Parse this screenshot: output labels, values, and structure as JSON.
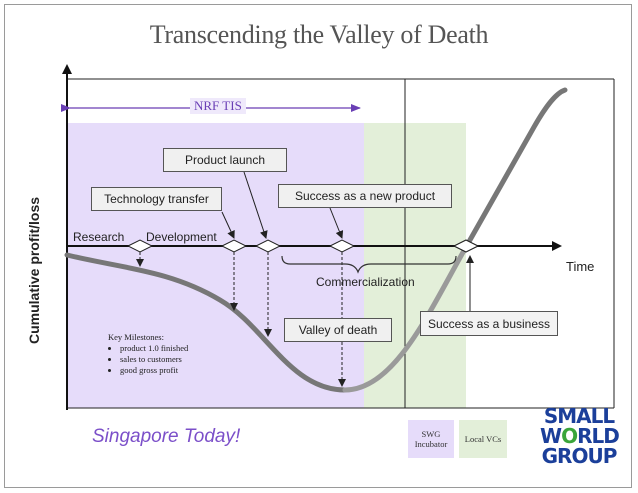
{
  "title": "Transcending the Valley of Death",
  "axis": {
    "y_label": "Cumulative profit/loss",
    "x_label": "Time"
  },
  "zones": {
    "nrf_label": "NRF TIS",
    "purple_color": "#e6dcfa",
    "green_color": "#e3efd9"
  },
  "labels": {
    "research": "Research",
    "development": "Development",
    "technology_transfer": "Technology transfer",
    "product_launch": "Product launch",
    "success_new_product": "Success as a new product",
    "commercialization": "Commercialization",
    "valley_of_death": "Valley of death",
    "success_business": "Success as a business"
  },
  "key_milestones": {
    "heading": "Key Milestones:",
    "items": [
      "product 1.0 finished",
      "sales to customers",
      "good gross profit"
    ]
  },
  "footer": {
    "tagline": "Singapore Today!",
    "swg_incubator": "SWG Incubator",
    "local_vcs": "Local VCs"
  },
  "logo": {
    "line1": "SMALL",
    "line2_a": "W",
    "line2_o": "O",
    "line2_b": "RLD",
    "line3": "GROUP"
  }
}
